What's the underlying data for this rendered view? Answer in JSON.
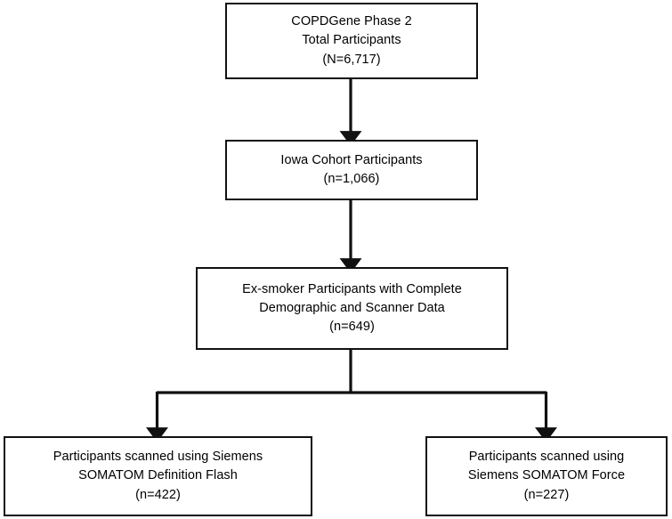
{
  "chart_data": {
    "type": "diagram",
    "diagram_kind": "flowchart",
    "title": "",
    "orientation": "top-to-bottom",
    "nodes": [
      {
        "id": "total",
        "text": "COPDGene Phase 2\nTotal Participants\n(N=6,717)",
        "label_lines": [
          "COPDGene Phase 2",
          "Total Participants",
          "(N=6,717)"
        ],
        "count": 6717,
        "count_label": "(N=6,717)",
        "shape": "rectangle",
        "level": 1
      },
      {
        "id": "iowa",
        "text": "Iowa Cohort Participants\n(n=1,066)",
        "label_lines": [
          "Iowa Cohort Participants",
          "(n=1,066)"
        ],
        "count": 1066,
        "count_label": "(n=1,066)",
        "shape": "rectangle",
        "level": 2
      },
      {
        "id": "exsmoker",
        "text": "Ex-smoker Participants with Complete\nDemographic and Scanner Data\n(n=649)",
        "label_lines": [
          "Ex-smoker Participants with Complete",
          "Demographic and Scanner Data",
          "(n=649)"
        ],
        "count": 649,
        "count_label": "(n=649)",
        "shape": "rectangle",
        "level": 3
      },
      {
        "id": "flash",
        "text": "Participants scanned using Siemens\nSOMATOM Definition Flash\n(n=422)",
        "label_lines": [
          "Participants scanned using Siemens",
          "SOMATOM Definition Flash",
          "(n=422)"
        ],
        "count": 422,
        "count_label": "(n=422)",
        "shape": "rectangle",
        "level": 4
      },
      {
        "id": "force",
        "text": "Participants scanned using\nSiemens SOMATOM Force\n(n=227)",
        "label_lines": [
          "Participants scanned using",
          "Siemens SOMATOM Force",
          "(n=227)"
        ],
        "count": 227,
        "count_label": "(n=227)",
        "shape": "rectangle",
        "level": 4
      }
    ],
    "edges": [
      {
        "from": "total",
        "to": "iowa",
        "style": "straight-arrow"
      },
      {
        "from": "iowa",
        "to": "exsmoker",
        "style": "straight-arrow"
      },
      {
        "from": "exsmoker",
        "to": "flash",
        "style": "elbow-split-arrow"
      },
      {
        "from": "exsmoker",
        "to": "force",
        "style": "elbow-split-arrow"
      }
    ],
    "colors": {
      "background": "#ffffff",
      "box_border": "#111111",
      "text": "#000000",
      "connector": "#111111"
    }
  }
}
